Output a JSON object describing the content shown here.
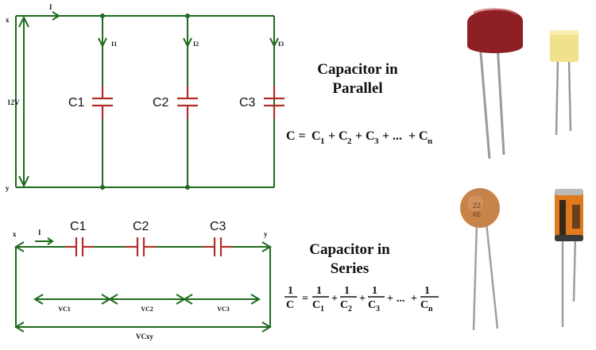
{
  "parallel": {
    "node_top": "x",
    "node_bottom": "y",
    "supply": "12V",
    "current_main": "I",
    "branches": [
      {
        "current": "I1",
        "capacitor": "C1"
      },
      {
        "current": "I2",
        "capacitor": "C2"
      },
      {
        "current": "I3",
        "capacitor": "C3"
      }
    ],
    "title_line1": "Capacitor in",
    "title_line2": "Parallel",
    "formula": {
      "lhs": "C = ",
      "terms": [
        {
          "base": "C",
          "sub": "1"
        },
        {
          "base": "C",
          "sub": "2"
        },
        {
          "base": "C",
          "sub": "3"
        }
      ],
      "ellipsis": "...",
      "last": {
        "base": "C",
        "sub": "n"
      },
      "plus": "+"
    }
  },
  "series": {
    "node_left": "x",
    "node_right": "y",
    "current": "I",
    "capacitors": [
      "C1",
      "C2",
      "C3"
    ],
    "voltages": [
      "VC1",
      "VC2",
      "VC3"
    ],
    "total_voltage": "VCxy",
    "title_line1": "Capacitor in",
    "title_line2": "Series",
    "formula": {
      "lhs_num": "1",
      "lhs_den": "C",
      "eq": "=",
      "terms": [
        {
          "num": "1",
          "base": "C",
          "sub": "1"
        },
        {
          "num": "1",
          "base": "C",
          "sub": "2"
        },
        {
          "num": "1",
          "base": "C",
          "sub": "3"
        }
      ],
      "ellipsis": "...",
      "last": {
        "num": "1",
        "base": "C",
        "sub": "n"
      },
      "plus": "+"
    }
  },
  "photos": {
    "ceramic_disc_marking_1": "22",
    "ceramic_disc_marking_2": "AE"
  },
  "colors": {
    "wire": "#1f6b1f",
    "capacitor_plate": "#b0302a",
    "film_red": "#8e1f24",
    "film_yellow": "#f0e28a",
    "ceramic_orange": "#c7834a",
    "electrolytic_orange": "#e07a1e"
  }
}
